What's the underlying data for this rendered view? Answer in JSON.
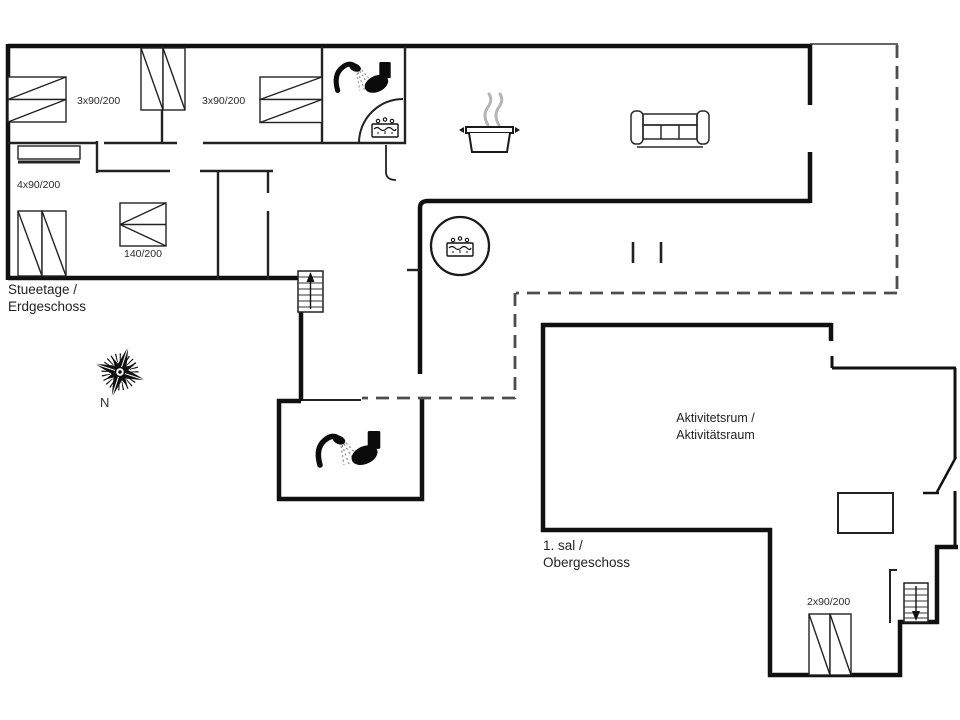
{
  "ground_floor": {
    "name_line1": "Stueetage /",
    "name_line2": "Erdgeschoss",
    "bed_labels": {
      "room1": "3x90/200",
      "room2": "3x90/200",
      "room3": "4x90/200",
      "room4": "140/200"
    }
  },
  "upper_floor": {
    "name_line1": "1. sal /",
    "name_line2": "Obergeschoss",
    "room_name_line1": "Aktivitetsrum /",
    "room_name_line2": "Aktivitätsraum",
    "bed_label": "2x90/200"
  },
  "compass": {
    "north_label": "N"
  },
  "icons": {
    "shower": "shower-icon",
    "toilet": "toilet-icon",
    "whirlpool": "whirlpool-icon",
    "cooking_pot": "cooking-pot-icon",
    "sofa": "sofa-icon",
    "stairs_up": "stairs-up-icon",
    "stairs_down": "stairs-down-icon",
    "compass_rose": "compass-rose-icon"
  },
  "colors": {
    "wall": "#101010",
    "partition": "#222222",
    "dashed_line": "#4d4d4d",
    "furniture": "#222222",
    "steam": "#b5b5b5"
  }
}
